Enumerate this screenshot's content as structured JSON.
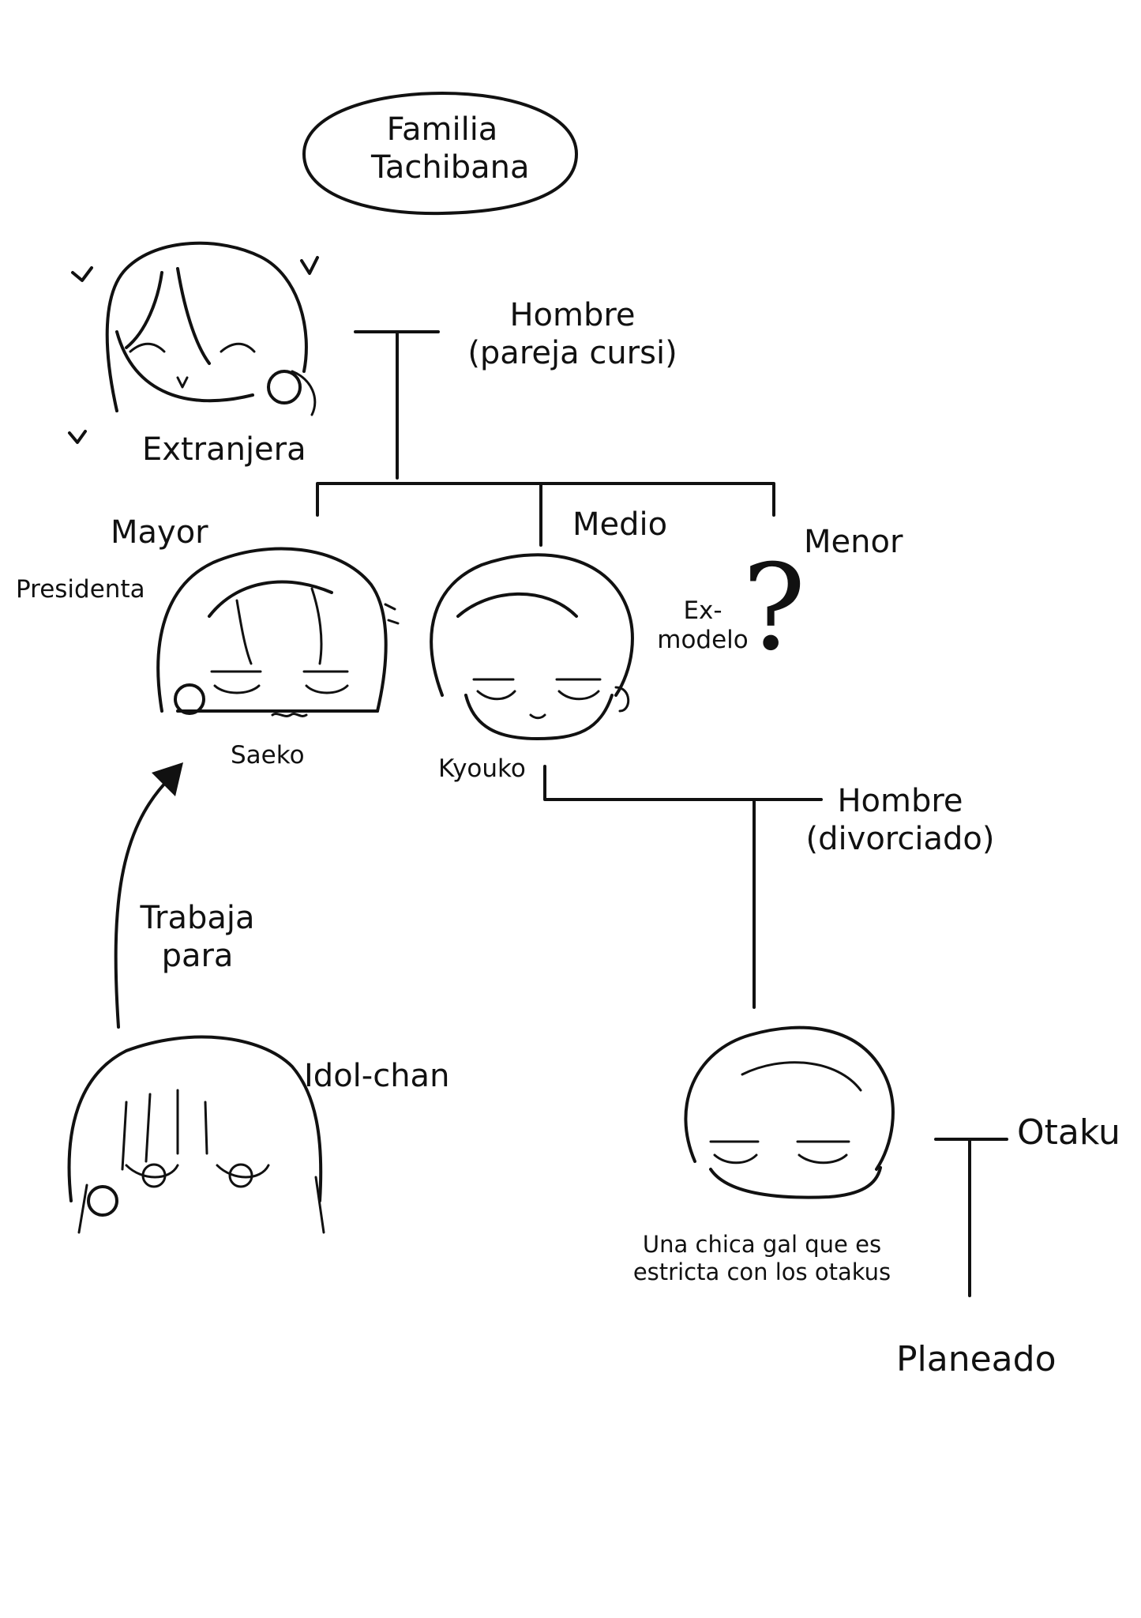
{
  "title": {
    "line1": "Familia",
    "line2": "Tachibana"
  },
  "grandmother": {
    "label": "Extranjera"
  },
  "grandfather": {
    "line1": "Hombre",
    "line2": "(pareja cursi)"
  },
  "siblings": {
    "eldest": {
      "rank": "Mayor",
      "role": "Presidenta",
      "name": "Saeko"
    },
    "middle": {
      "rank": "Medio",
      "role_line1": "Ex-",
      "role_line2": "modelo",
      "name": "Kyouko"
    },
    "youngest": {
      "rank": "Menor",
      "mark": "?"
    }
  },
  "kyouko_partner": {
    "line1": "Hombre",
    "line2": "(divorciado)"
  },
  "relation": {
    "line1": "Trabaja",
    "line2": "para"
  },
  "idol": {
    "name": "Idol-chan"
  },
  "daughter": {
    "desc_line1": "Una chica gal que es",
    "desc_line2": "estricta con los otakus"
  },
  "daughter_partner": {
    "label": "Otaku"
  },
  "future": {
    "label": "Planeado"
  }
}
